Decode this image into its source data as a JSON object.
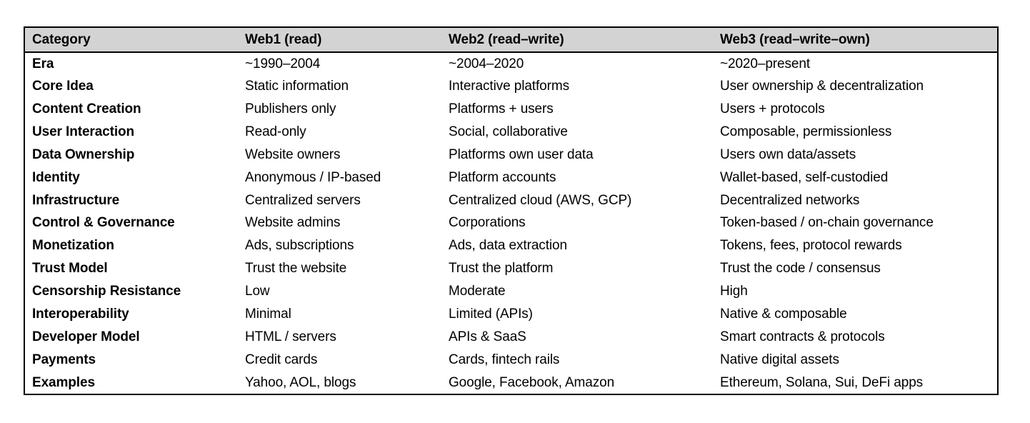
{
  "table": {
    "columns": [
      {
        "key": "category",
        "label": "Category"
      },
      {
        "key": "web1",
        "label": "Web1 (read)"
      },
      {
        "key": "web2",
        "label": "Web2 (read–write)"
      },
      {
        "key": "web3",
        "label": "Web3 (read–write–own)"
      }
    ],
    "header_background": "#d3d3d3",
    "border_color": "#000000",
    "rows": [
      {
        "category": "Era",
        "web1": "~1990–2004",
        "web2": "~2004–2020",
        "web3": "~2020–present"
      },
      {
        "category": "Core Idea",
        "web1": "Static information",
        "web2": "Interactive platforms",
        "web3": "User ownership & decentralization"
      },
      {
        "category": "Content Creation",
        "web1": "Publishers only",
        "web2": "Platforms + users",
        "web3": "Users + protocols"
      },
      {
        "category": "User Interaction",
        "web1": "Read-only",
        "web2": "Social, collaborative",
        "web3": "Composable, permissionless"
      },
      {
        "category": "Data Ownership",
        "web1": "Website owners",
        "web2": "Platforms own user data",
        "web3": "Users own data/assets"
      },
      {
        "category": "Identity",
        "web1": "Anonymous / IP-based",
        "web2": "Platform accounts",
        "web3": "Wallet-based, self-custodied"
      },
      {
        "category": "Infrastructure",
        "web1": "Centralized servers",
        "web2": "Centralized cloud (AWS, GCP)",
        "web3": "Decentralized networks"
      },
      {
        "category": "Control & Governance",
        "web1": "Website admins",
        "web2": "Corporations",
        "web3": "Token-based / on-chain governance"
      },
      {
        "category": "Monetization",
        "web1": "Ads, subscriptions",
        "web2": "Ads, data extraction",
        "web3": "Tokens, fees, protocol rewards"
      },
      {
        "category": "Trust Model",
        "web1": "Trust the website",
        "web2": "Trust the platform",
        "web3": "Trust the code / consensus"
      },
      {
        "category": "Censorship Resistance",
        "web1": "Low",
        "web2": "Moderate",
        "web3": "High"
      },
      {
        "category": "Interoperability",
        "web1": "Minimal",
        "web2": "Limited (APIs)",
        "web3": "Native & composable"
      },
      {
        "category": "Developer Model",
        "web1": "HTML / servers",
        "web2": "APIs & SaaS",
        "web3": "Smart contracts & protocols"
      },
      {
        "category": "Payments",
        "web1": "Credit cards",
        "web2": "Cards, fintech rails",
        "web3": "Native digital assets"
      },
      {
        "category": "Examples",
        "web1": "Yahoo, AOL, blogs",
        "web2": "Google, Facebook, Amazon",
        "web3": "Ethereum, Solana, Sui, DeFi apps"
      }
    ]
  }
}
